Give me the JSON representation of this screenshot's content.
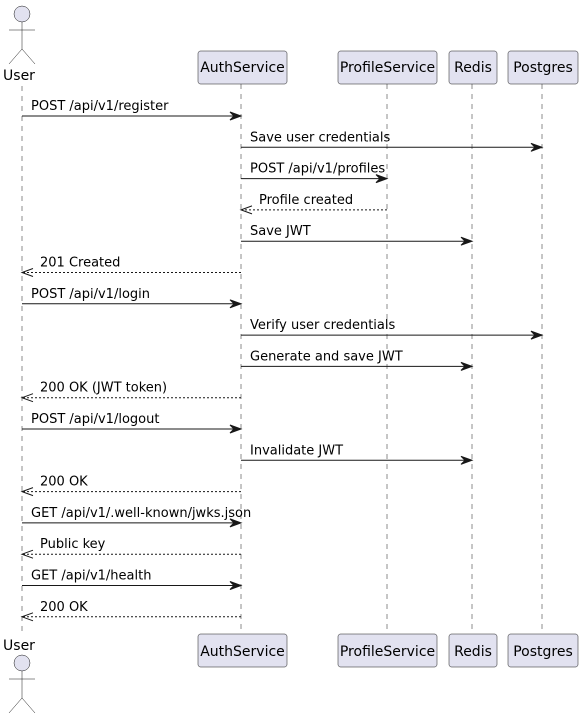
{
  "diagram": {
    "actor": {
      "label": "User"
    },
    "participants": [
      {
        "id": "auth",
        "label": "AuthService"
      },
      {
        "id": "profile",
        "label": "ProfileService"
      },
      {
        "id": "redis",
        "label": "Redis"
      },
      {
        "id": "postgres",
        "label": "Postgres"
      }
    ],
    "messages": [
      {
        "from": "user",
        "to": "auth",
        "label": "POST /api/v1/register",
        "style": "solid"
      },
      {
        "from": "auth",
        "to": "postgres",
        "label": "Save user credentials",
        "style": "solid"
      },
      {
        "from": "auth",
        "to": "profile",
        "label": "POST /api/v1/profiles",
        "style": "solid"
      },
      {
        "from": "profile",
        "to": "auth",
        "label": "Profile created",
        "style": "dashed"
      },
      {
        "from": "auth",
        "to": "redis",
        "label": "Save JWT",
        "style": "solid"
      },
      {
        "from": "auth",
        "to": "user",
        "label": "201 Created",
        "style": "dashed"
      },
      {
        "from": "user",
        "to": "auth",
        "label": "POST /api/v1/login",
        "style": "solid"
      },
      {
        "from": "auth",
        "to": "postgres",
        "label": "Verify user credentials",
        "style": "solid"
      },
      {
        "from": "auth",
        "to": "redis",
        "label": "Generate and save JWT",
        "style": "solid"
      },
      {
        "from": "auth",
        "to": "user",
        "label": "200 OK (JWT token)",
        "style": "dashed"
      },
      {
        "from": "user",
        "to": "auth",
        "label": "POST /api/v1/logout",
        "style": "solid"
      },
      {
        "from": "auth",
        "to": "redis",
        "label": "Invalidate JWT",
        "style": "solid"
      },
      {
        "from": "auth",
        "to": "user",
        "label": "200 OK",
        "style": "dashed"
      },
      {
        "from": "user",
        "to": "auth",
        "label": "GET /api/v1/.well-known/jwks.json",
        "style": "solid"
      },
      {
        "from": "auth",
        "to": "user",
        "label": "Public key",
        "style": "dashed"
      },
      {
        "from": "user",
        "to": "auth",
        "label": "GET /api/v1/health",
        "style": "solid"
      },
      {
        "from": "auth",
        "to": "user",
        "label": "200 OK",
        "style": "dashed"
      }
    ],
    "colors": {
      "participant_fill": "#e2e2f0",
      "stroke": "#181818",
      "text": "#000000"
    }
  }
}
